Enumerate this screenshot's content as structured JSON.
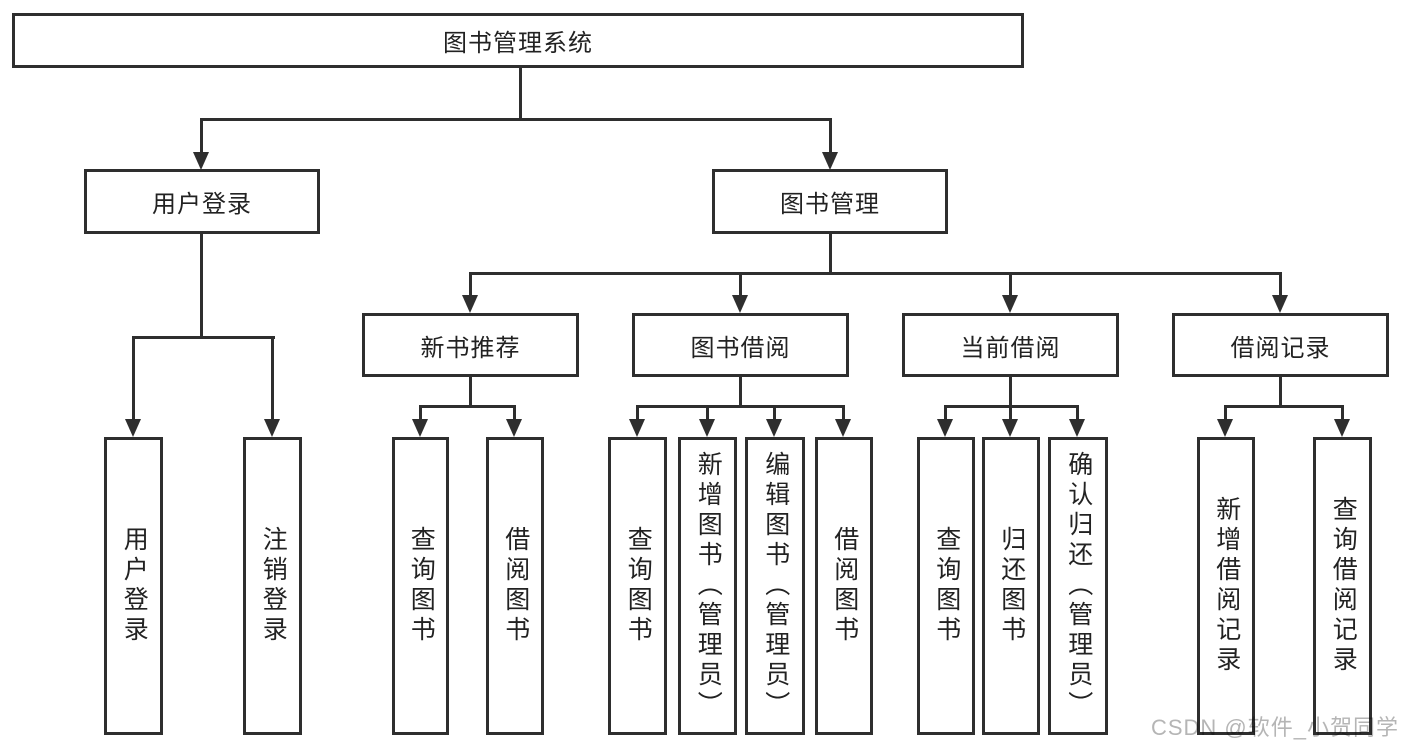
{
  "diagram": {
    "root": {
      "label": "图书管理系统"
    },
    "level1": [
      {
        "label": "用户登录"
      },
      {
        "label": "图书管理"
      }
    ],
    "user_children": [
      {
        "label": "用户登录"
      },
      {
        "label": "注销登录"
      }
    ],
    "groups": [
      {
        "label": "新书推荐",
        "children": [
          {
            "label": "查询图书"
          },
          {
            "label": "借阅图书"
          }
        ]
      },
      {
        "label": "图书借阅",
        "children": [
          {
            "label": "查询图书"
          },
          {
            "label": "新增图书（管理员）"
          },
          {
            "label": "编辑图书（管理员）"
          },
          {
            "label": "借阅图书"
          }
        ]
      },
      {
        "label": "当前借阅",
        "children": [
          {
            "label": "查询图书"
          },
          {
            "label": "归还图书"
          },
          {
            "label": "确认归还（管理员）"
          }
        ]
      },
      {
        "label": "借阅记录",
        "children": [
          {
            "label": "新增借阅记录"
          },
          {
            "label": "查询借阅记录"
          }
        ]
      }
    ]
  },
  "watermark": {
    "text": "CSDN @软件_小贺同学"
  },
  "colors": {
    "line": "#2e2e2e",
    "text": "#222222",
    "watermark": "#b5b5b5",
    "background": "#ffffff"
  }
}
